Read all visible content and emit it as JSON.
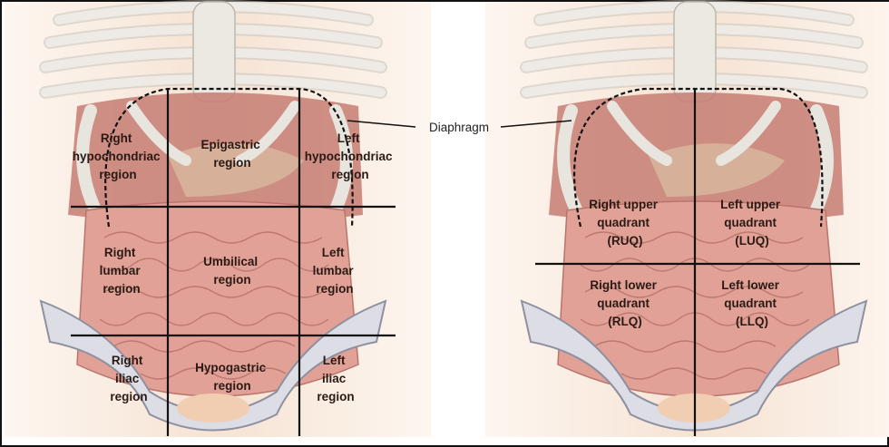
{
  "callout": {
    "label": "Diaphragm"
  },
  "nine_regions": {
    "right_hypochondriac": [
      "Right",
      "hypochondriac",
      "region"
    ],
    "epigastric": [
      "Epigastric",
      "region"
    ],
    "left_hypochondriac": [
      "Left",
      "hypochondriac",
      "region"
    ],
    "right_lumbar": [
      "Right",
      "lumbar",
      "region"
    ],
    "umbilical": [
      "Umbilical",
      "region"
    ],
    "left_lumbar": [
      "Left",
      "lumbar",
      "region"
    ],
    "right_iliac": [
      "Right",
      "iliac",
      "region"
    ],
    "hypogastric": [
      "Hypogastric",
      "region"
    ],
    "left_iliac": [
      "Left",
      "iliac",
      "region"
    ]
  },
  "four_quadrants": {
    "ruq": [
      "Right upper",
      "quadrant",
      "(RUQ)"
    ],
    "luq": [
      "Left upper",
      "quadrant",
      "(LUQ)"
    ],
    "rlq": [
      "Right lower",
      "quadrant",
      "(RLQ)"
    ],
    "llq": [
      "Left lower",
      "quadrant",
      "(LLQ)"
    ]
  },
  "colors": {
    "skin": "#f7e6d8",
    "bone": "#e9e6e0",
    "bone_edge": "#b9b3aa",
    "muscle": "#c98a80",
    "intestine": "#e3a89d",
    "intestine_edge": "#b7726a",
    "pelvis": "#d9dbe4",
    "lines": "#111111"
  }
}
